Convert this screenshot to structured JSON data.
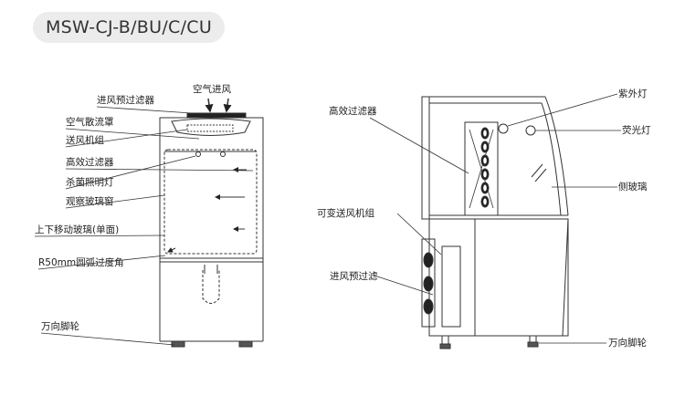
{
  "title": "MSW-CJ-B/BU/C/CU",
  "left": {
    "air_in": "空气进风",
    "labels": [
      "进风预过滤器",
      "空气散流罩",
      "送风机组",
      "高效过滤器",
      "杀菌照明灯",
      "观察玻璃窗",
      "上下移动玻璃(单面)",
      "R50mm圆弧过度角",
      "万向脚轮"
    ]
  },
  "right": {
    "labels_left": [
      "高效过滤器",
      "可变送风机组",
      "进风预过滤"
    ],
    "labels_right": [
      "紫外灯",
      "荧光灯",
      "侧玻璃",
      "万向脚轮"
    ]
  },
  "colors": {
    "line": "#333333",
    "badge": "#ececec"
  }
}
